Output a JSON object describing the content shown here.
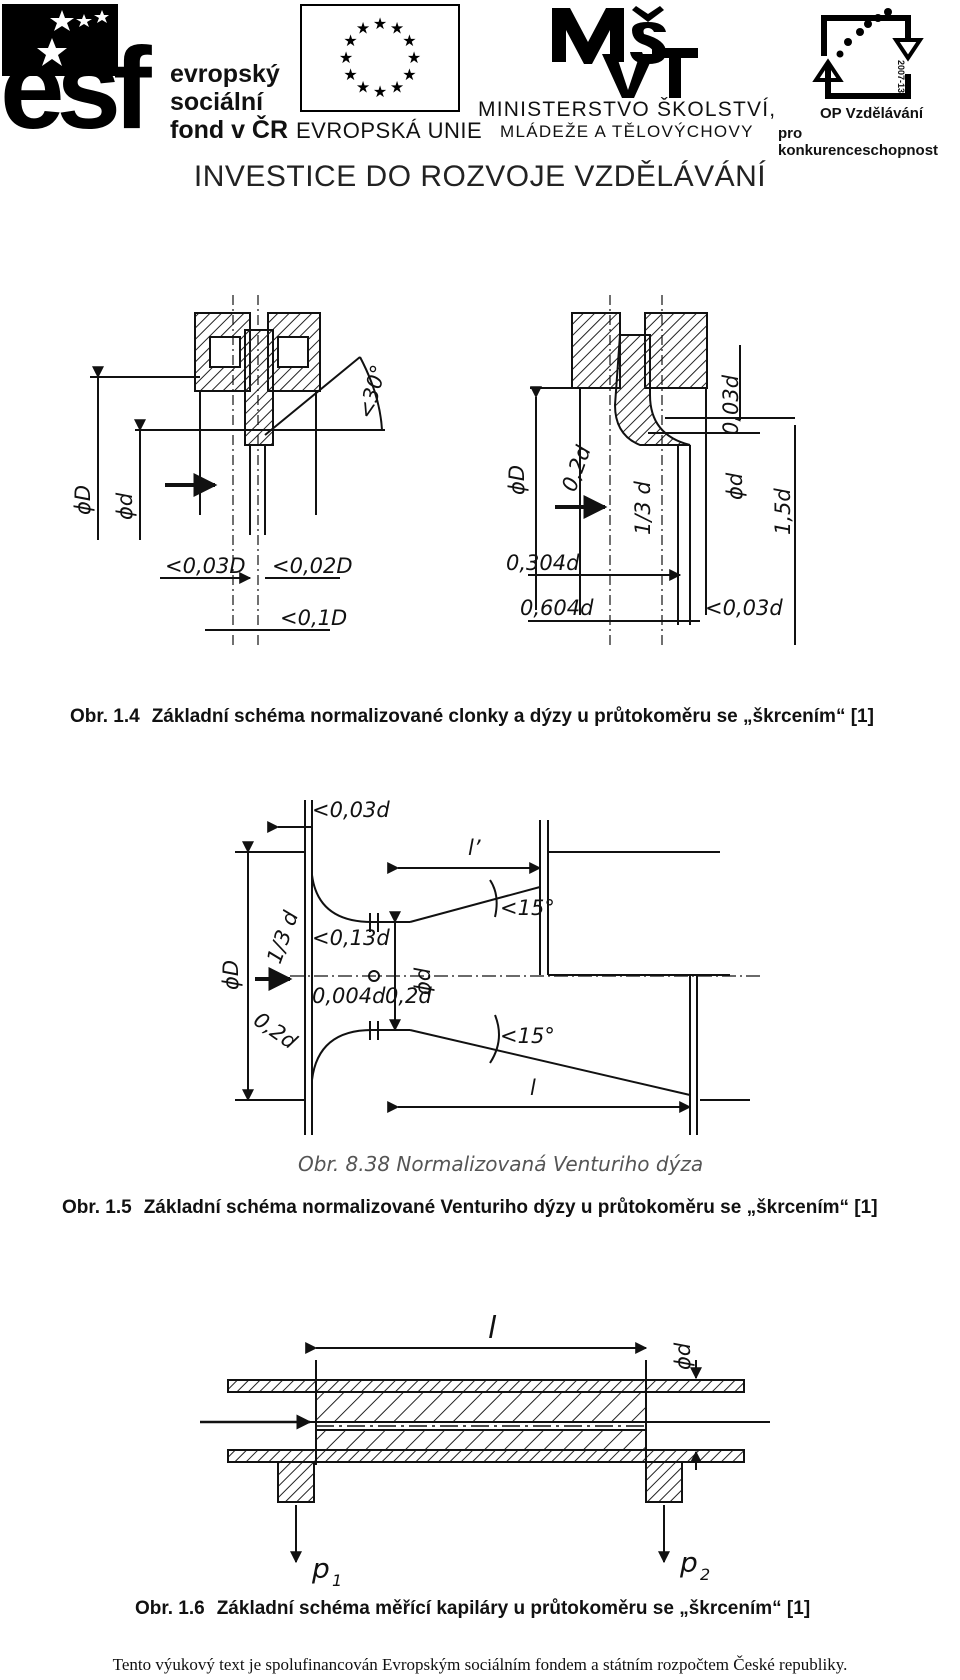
{
  "header": {
    "esf": {
      "letters": "esf",
      "lines": [
        "evropský",
        "sociální",
        "fond v ČR"
      ]
    },
    "eu": {
      "text": "EVROPSKÁ UNIE"
    },
    "msmt": {
      "line1": "MINISTERSTVO ŠKOLSTVÍ,",
      "line2": "MLÁDEŽE A TĚLOVÝCHOVY"
    },
    "op": {
      "line1": "OP Vzdělávání",
      "line2": "pro konkurenceschopnost",
      "years": "2007-13"
    },
    "slogan": "INVESTICE DO ROZVOJE VZDĚLÁVÁNÍ"
  },
  "figure1": {
    "left_labels": {
      "d_outer": "ϕD",
      "d_inner": "ϕd",
      "angle": "<30°",
      "a1": "<0,03D",
      "a2": "<0,02D",
      "a3": "<0,1D"
    },
    "right_labels": {
      "d_outer": "ϕD",
      "r": "0,2d",
      "third": "1/3 d",
      "d_inner": "ϕd",
      "t": "0,03d",
      "l15": "1,5d",
      "x1": "0,304d",
      "x2": "0,604d",
      "x3": "<0,03d"
    },
    "caption_num": "Obr. 1.4",
    "caption_text": "Základní schéma normalizované clonky a dýzy u průtokoměru se „škrcením“ [1]"
  },
  "figure2": {
    "labels": {
      "top": "<0,03d",
      "lp": "l’",
      "a1": "<15°",
      "a2": "<15°",
      "third": "1/3 d",
      "c1": "<0,13d",
      "d_outer": "ϕD",
      "d_inner": "ϕd",
      "c2": "0,004d",
      "c3": "0,2d",
      "r": "0,2d",
      "l": "l"
    },
    "scan_caption": "Obr. 8.38 Normalizovaná Venturiho dýza",
    "caption_num": "Obr. 1.5",
    "caption_text": "Základní schéma normalizované Venturiho dýzy u průtokoměru se „škrcením“ [1]"
  },
  "figure3": {
    "labels": {
      "l": "l",
      "d": "ϕd",
      "p1": "p",
      "p1_sub": "1",
      "p2": "p",
      "p2_sub": "2"
    },
    "caption_num": "Obr. 1.6",
    "caption_text": "Základní schéma měřící kapiláry u průtokoměru se „škrcením“ [1]"
  },
  "footer": {
    "text": "Tento výukový text je spolufinancován Evropským sociálním fondem a státním rozpočtem České republiky."
  }
}
